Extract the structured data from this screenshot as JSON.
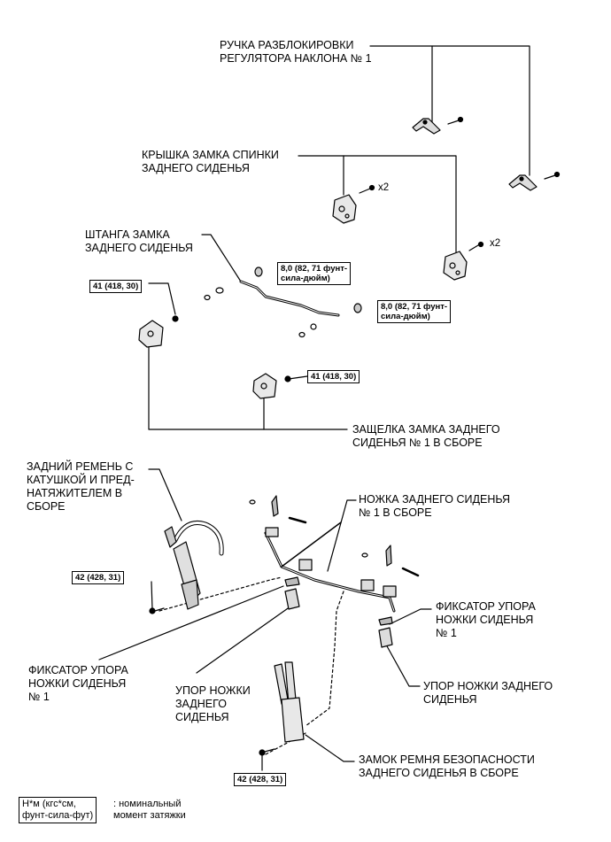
{
  "labels": {
    "release_handle": "РУЧКА РАЗБЛОКИРОВКИ\nРЕГУЛЯТОРА НАКЛОНА № 1",
    "lock_cover": "КРЫШКА ЗАМКА СПИНКИ\nЗАДНЕГО СИДЕНЬЯ",
    "lock_rod": "ШТАНГА ЗАМКА\nЗАДНЕГО СИДЕНЬЯ",
    "striker_assembly": "ЗАЩЕЛКА ЗАМКА ЗАДНЕГО\nСИДЕНЬЯ № 1 В СБОРЕ",
    "rear_belt": "ЗАДНИЙ РЕМЕНЬ С\nКАТУШКОЙ И ПРЕД-\nНАТЯЖИТЕЛЕМ В\nСБОРЕ",
    "leg_assembly": "НОЖКА ЗАДНЕГО СИДЕНЬЯ\n№ 1 В СБОРЕ",
    "leg_stopper_retainer_right": "ФИКСАТОР УПОРА\nНОЖКИ СИДЕНЬЯ\n№ 1",
    "leg_stopper_retainer_left": "ФИКСАТОР УПОРА\nНОЖКИ СИДЕНЬЯ\n№ 1",
    "leg_stopper_left": "УПОР НОЖКИ\nЗАДНЕГО\nСИДЕНЬЯ",
    "leg_stopper_right": "УПОР НОЖКИ ЗАДНЕГО\nСИДЕНЬЯ",
    "buckle_assembly": "ЗАМОК РЕМНЯ БЕЗОПАСНОСТИ\nЗАДНЕГО СИДЕНЬЯ В СБОРЕ"
  },
  "torques": {
    "rod_nut_upper": "8,0 (82, 71 фунт-\nсила-дюйм)",
    "rod_nut_lower": "8,0 (82, 71 фунт-\nсила-дюйм)",
    "striker_left": "41 (418, 30)",
    "striker_right": "41 (418, 30)",
    "belt_bolt": "42 (428, 31)",
    "buckle_bolt": "42 (428, 31)"
  },
  "quantities": {
    "cover_left": "x2",
    "cover_right": "x2"
  },
  "legend": {
    "units": "Н*м (кгс*см,\nфунт-сила-фут)",
    "meaning": ": номинальный\nмомент затяжки"
  }
}
